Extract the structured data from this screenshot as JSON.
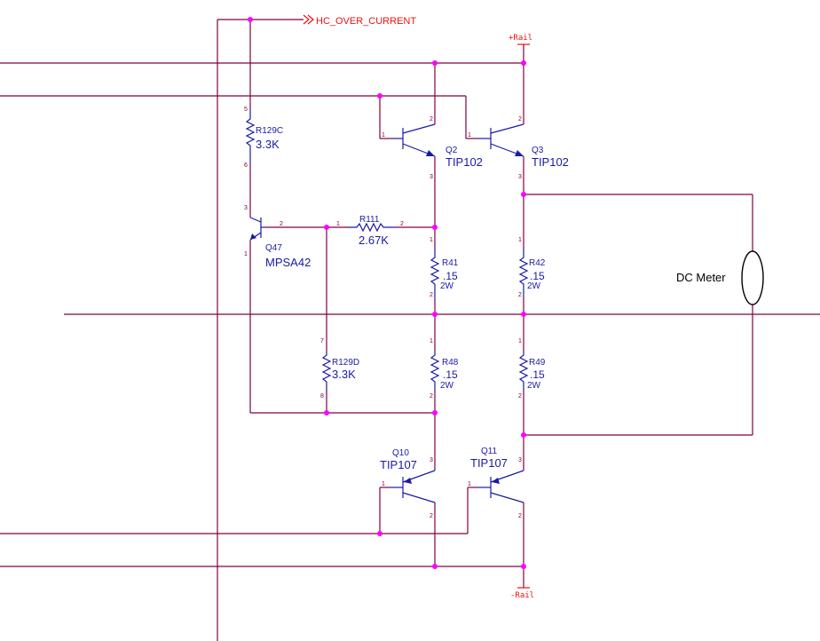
{
  "net_label": "HC_OVER_CURRENT",
  "rail_pos": "+Rail",
  "rail_neg": "-Rail",
  "meter": "DC Meter",
  "transistors": {
    "q2": {
      "ref": "Q2",
      "value": "TIP102"
    },
    "q3": {
      "ref": "Q3",
      "value": "TIP102"
    },
    "q47": {
      "ref": "Q47",
      "value": "MPSA42"
    },
    "q10": {
      "ref": "Q10",
      "value": "TIP107"
    },
    "q11": {
      "ref": "Q11",
      "value": "TIP107"
    }
  },
  "resistors": {
    "r129c": {
      "ref": "R129C",
      "value": "3.3K"
    },
    "r111": {
      "ref": "R111",
      "value": "2.67K"
    },
    "r41": {
      "ref": "R41",
      "value": ".15",
      "power": "2W"
    },
    "r42": {
      "ref": "R42",
      "value": ".15",
      "power": "2W"
    },
    "r48": {
      "ref": "R48",
      "value": ".15",
      "power": "2W"
    },
    "r49": {
      "ref": "R49",
      "value": ".15",
      "power": "2W"
    },
    "r129d": {
      "ref": "R129D",
      "value": "3.3K"
    }
  },
  "pins": {
    "one": "1",
    "two": "2",
    "three": "3",
    "five": "5",
    "six": "6",
    "seven": "7",
    "eight": "8"
  },
  "colors": {
    "wire": "#800040",
    "component": "#1a1aa6",
    "junction": "#ff00ff",
    "net_label": "#ee1111"
  }
}
